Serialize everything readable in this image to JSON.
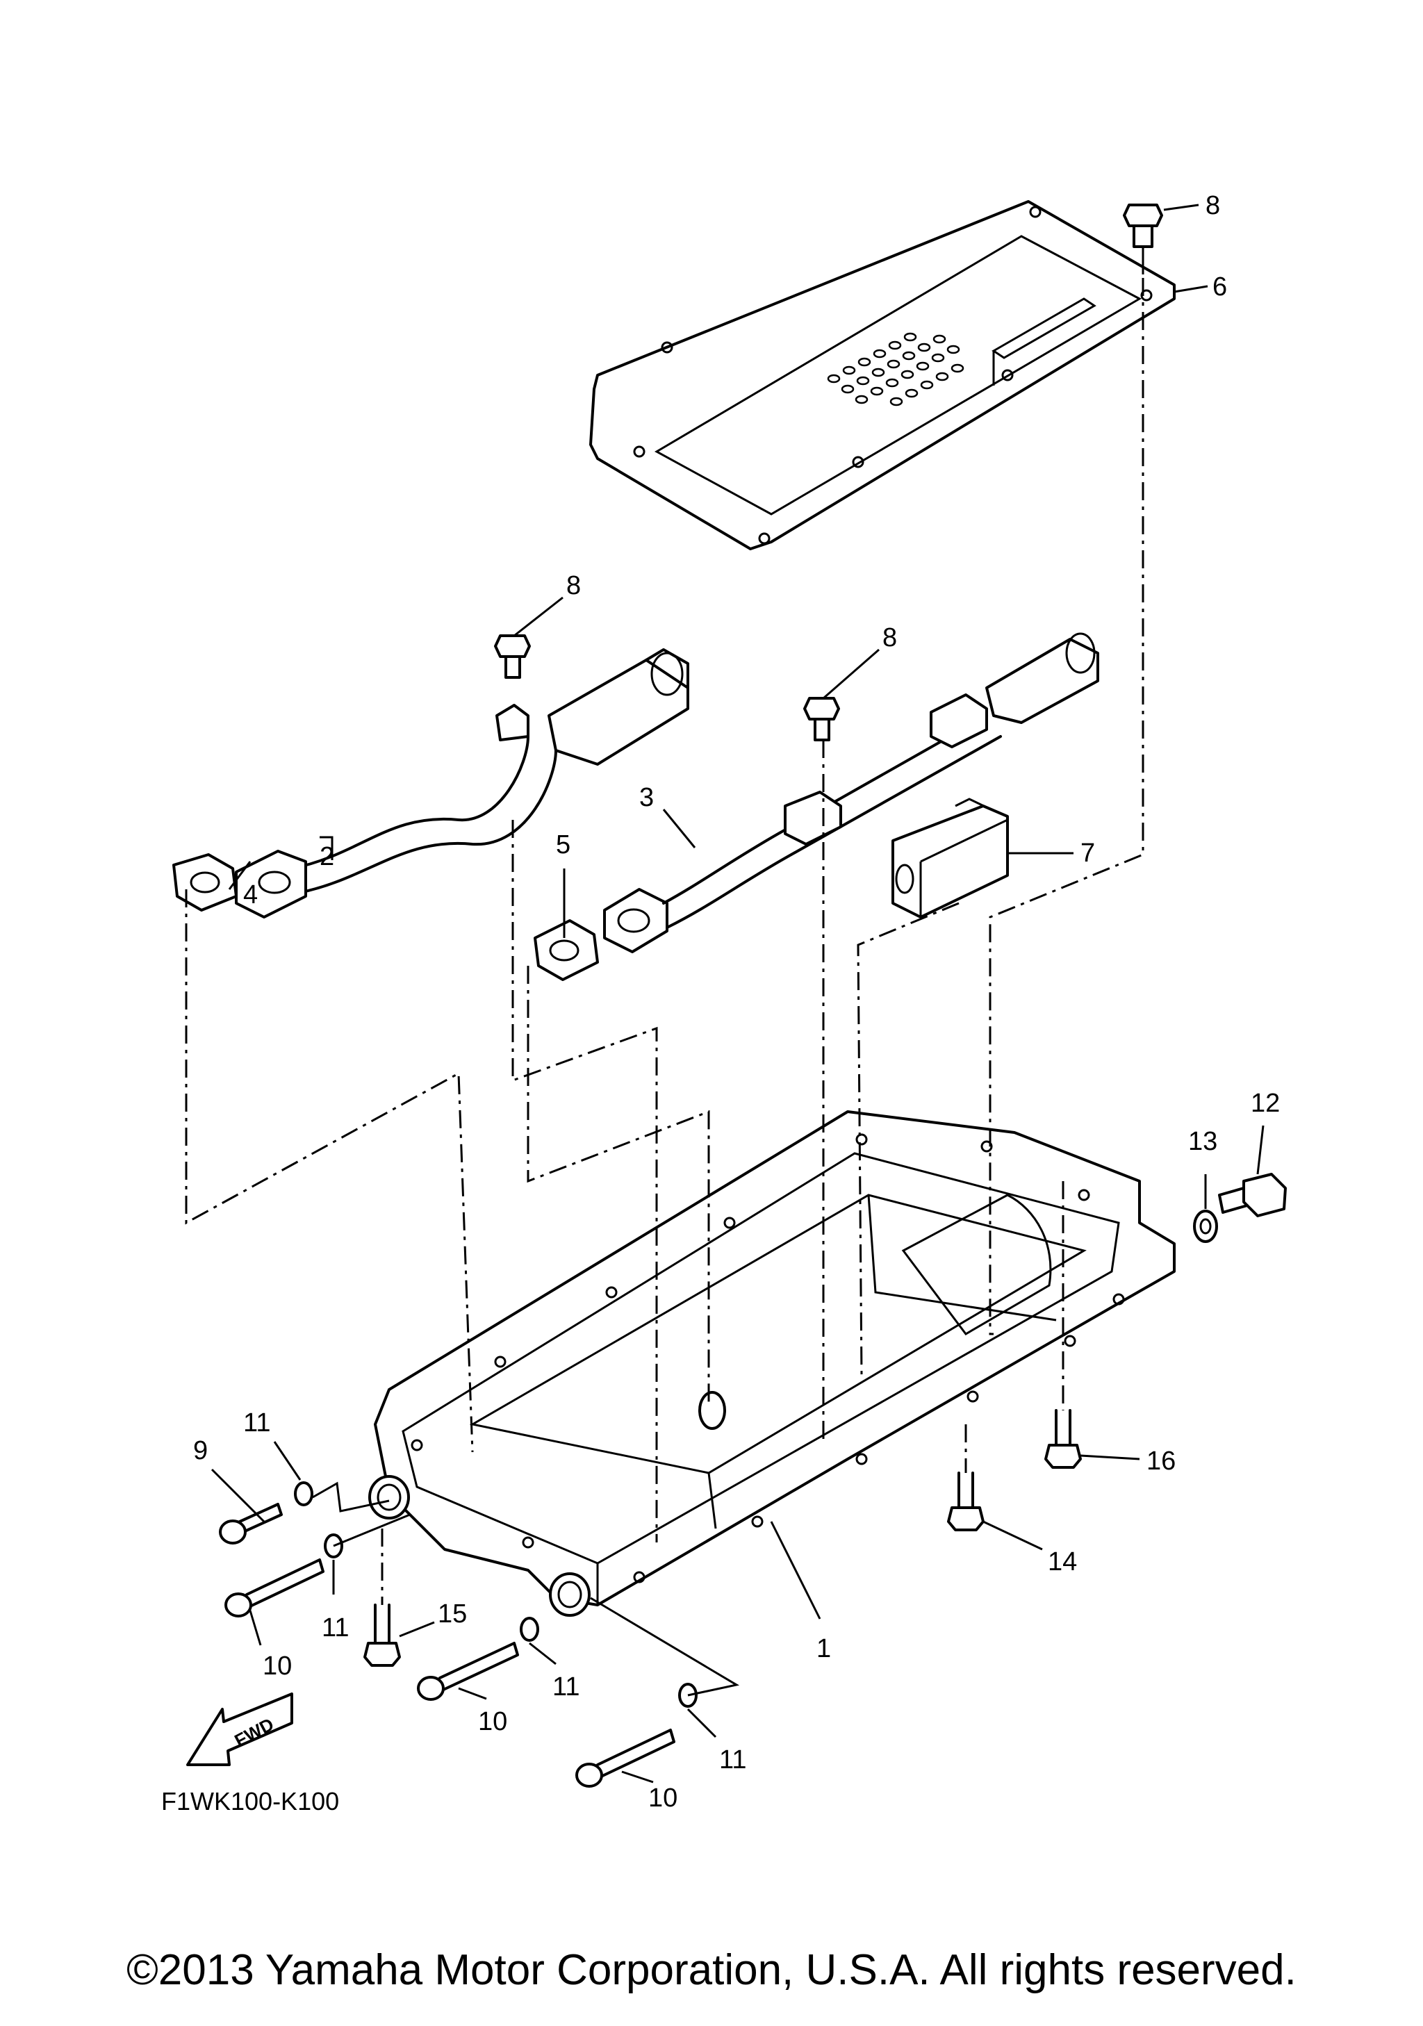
{
  "diagram": {
    "callouts": {
      "c1": "1",
      "c2": "2",
      "c3": "3",
      "c4": "4",
      "c5": "5",
      "c6": "6",
      "c7": "7",
      "c8a": "8",
      "c8b": "8",
      "c8c": "8",
      "c9": "9",
      "c10a": "10",
      "c10b": "10",
      "c10c": "10",
      "c11a": "11",
      "c11b": "11",
      "c11c": "11",
      "c11d": "11",
      "c12": "12",
      "c13": "13",
      "c14": "14",
      "c15": "15",
      "c16": "16"
    },
    "fwd_label": "FWD",
    "diagram_code": "F1WK100-K100"
  },
  "footer": {
    "copyright": "©2013 Yamaha Motor Corporation, U.S.A. All rights reserved."
  }
}
